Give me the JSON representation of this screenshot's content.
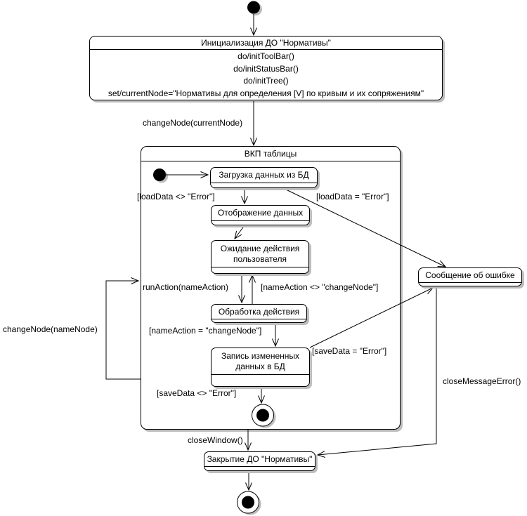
{
  "states": {
    "init": {
      "title": "Инициализация ДО \"Нормативы\"",
      "actions": [
        "do/initToolBar()",
        "do/initStatusBar()",
        "do/initTree()",
        "set/currentNode=\"Нормативы для определения [V] по кривым и их сопряжениям\""
      ]
    },
    "vkp": {
      "title": "ВКП таблицы"
    },
    "load": {
      "title": "Загрузка данных из БД"
    },
    "display": {
      "title": "Отображение данных"
    },
    "wait": {
      "title": "Ожидание действия пользователя"
    },
    "process": {
      "title": "Обработка действия"
    },
    "save": {
      "title": "Запись измененных данных в БД"
    },
    "error": {
      "title": "Сообщение об ошибке"
    },
    "close": {
      "title": "Закрытие ДО \"Нормативы\""
    }
  },
  "transitions": {
    "change_node_current": "changeNode(currentNode)",
    "load_ok": "[loadData <> \"Error\"]",
    "load_err": "[loadData = \"Error\"]",
    "run_action": "runAction(nameAction)",
    "action_not_change": "[nameAction <> \"changeNode\"]",
    "action_change": "[nameAction = \"changeNode\"]",
    "save_err": "[saveData = \"Error\"]",
    "save_ok": "[saveData <> \"Error\"]",
    "change_node_name": "changeNode(nameNode)",
    "close_window": "closeWindow()",
    "close_message_error": "closeMessageError()"
  },
  "colors": {
    "line": "#000000",
    "fill": "#ffffff",
    "shadow": "#bdbdbd"
  }
}
